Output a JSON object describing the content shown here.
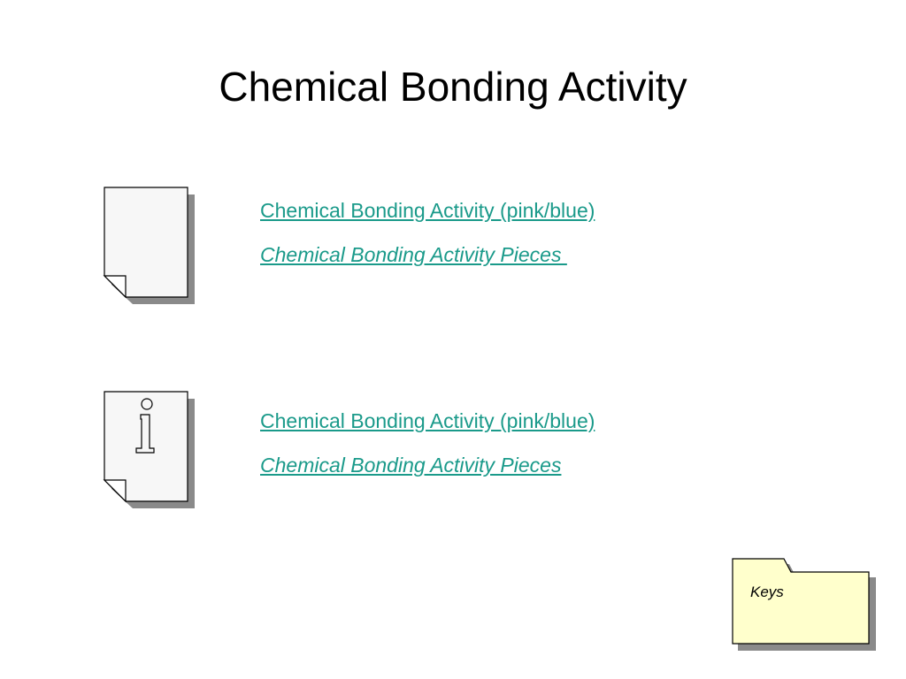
{
  "slide": {
    "title": "Chemical Bonding Activity"
  },
  "group1": {
    "icon": "blank-document-icon",
    "link1": "Chemical Bonding Activity (pink/blue)",
    "link2": "Chemical Bonding Activity Pieces "
  },
  "group2": {
    "icon": "info-document-icon",
    "link1": "Chemical Bonding Activity (pink/blue)",
    "link2": "Chemical Bonding Activity Pieces"
  },
  "folder": {
    "icon": "folder-icon",
    "label": "Keys"
  },
  "colors": {
    "link": "#1a9a8a",
    "folder_fill": "#ffffcc",
    "shadow": "#888888"
  }
}
